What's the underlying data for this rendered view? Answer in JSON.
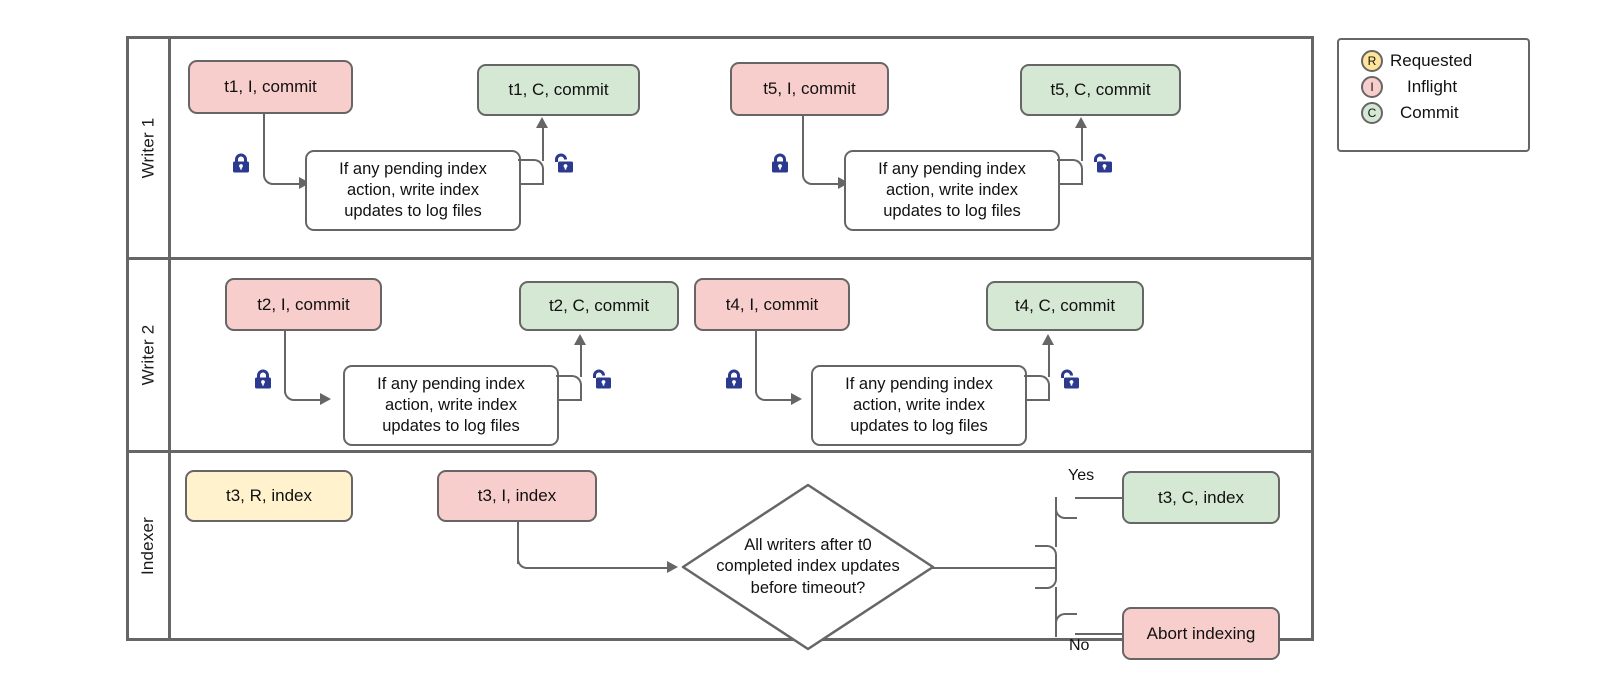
{
  "diagram": {
    "title": "Writer / Indexer concurrency swimlane diagram",
    "lanes": [
      {
        "id": "writer1",
        "label": "Writer 1",
        "nodes": [
          {
            "name": "w1-t1-inflight",
            "label": "t1, I, commit",
            "color": "#f8cecc"
          },
          {
            "name": "w1-note-left",
            "label": "If any pending index action, write index updates to log files",
            "color": "#ffffff"
          },
          {
            "name": "w1-t1-commit",
            "label": "t1, C, commit",
            "color": "#d5e8d4"
          },
          {
            "name": "w1-t5-inflight",
            "label": "t5, I, commit",
            "color": "#f8cecc"
          },
          {
            "name": "w1-note-right",
            "label": "If any pending index action, write index updates to log files",
            "color": "#ffffff"
          },
          {
            "name": "w1-t5-commit",
            "label": "t5, C, commit",
            "color": "#d5e8d4"
          }
        ],
        "locks": [
          "lock-closed-icon",
          "lock-open-icon",
          "lock-closed-icon",
          "lock-open-icon"
        ]
      },
      {
        "id": "writer2",
        "label": "Writer 2",
        "nodes": [
          {
            "name": "w2-t2-inflight",
            "label": "t2, I, commit",
            "color": "#f8cecc"
          },
          {
            "name": "w2-note-left",
            "label": "If any pending index action, write index updates to log files",
            "color": "#ffffff"
          },
          {
            "name": "w2-t2-commit",
            "label": "t2, C, commit",
            "color": "#d5e8d4"
          },
          {
            "name": "w2-t4-inflight",
            "label": "t4, I, commit",
            "color": "#f8cecc"
          },
          {
            "name": "w2-note-right",
            "label": "If any pending index action, write index updates to log files",
            "color": "#ffffff"
          },
          {
            "name": "w2-t4-commit",
            "label": "t4, C, commit",
            "color": "#d5e8d4"
          }
        ],
        "locks": [
          "lock-closed-icon",
          "lock-open-icon",
          "lock-closed-icon",
          "lock-open-icon"
        ]
      },
      {
        "id": "indexer",
        "label": "Indexer",
        "nodes": [
          {
            "name": "ix-t3-requested",
            "label": "t3, R, index",
            "color": "#fff2cc"
          },
          {
            "name": "ix-t3-inflight",
            "label": "t3, I, index",
            "color": "#f8cecc"
          },
          {
            "name": "ix-decision",
            "label": "All writers after t0 completed index updates before timeout?",
            "color": "#ffffff"
          },
          {
            "name": "ix-t3-commit",
            "label": "t3, C, index",
            "color": "#d5e8d4"
          },
          {
            "name": "ix-abort",
            "label": "Abort indexing",
            "color": "#f8cecc"
          }
        ],
        "edge_labels": {
          "yes": "Yes",
          "no": "No"
        }
      }
    ],
    "note_lines": [
      "If any pending index action, write index",
      "updates to log files"
    ],
    "note_text": {
      "line1": "If any pending index",
      "line2": "action, write index",
      "line3": "updates to log files"
    },
    "decision_text": {
      "line1": "All writers after t0",
      "line2": "completed index updates",
      "line3": "before timeout?"
    }
  },
  "legend": {
    "items": [
      {
        "badge": "R",
        "label": "Requested",
        "color": "#ffe599",
        "icon": "requested-badge-icon"
      },
      {
        "badge": "I",
        "label": "Inflight",
        "color": "#f8cecc",
        "icon": "inflight-badge-icon"
      },
      {
        "badge": "C",
        "label": "Commit",
        "color": "#d5e8d4",
        "icon": "commit-badge-icon"
      }
    ]
  },
  "colors": {
    "inflight_red": "#f8cecc",
    "commit_green": "#d5e8d4",
    "requested_yellow": "#fff2cc",
    "legend_yellow": "#ffe599",
    "stroke": "#666666",
    "lock": "#2b3a8f",
    "text": "#111111",
    "background": "#ffffff"
  }
}
